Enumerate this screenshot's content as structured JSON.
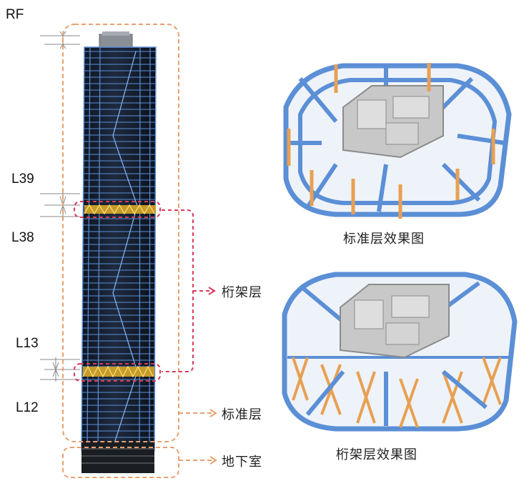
{
  "floor_levels": {
    "rf": "RF",
    "l39": "L39",
    "l38": "L38",
    "l13": "L13",
    "l12": "L12"
  },
  "zones": {
    "truss_floor": "桁架层",
    "standard_floor": "标准层",
    "basement": "地下室"
  },
  "renders": {
    "standard_caption": "标准层效果图",
    "truss_caption": "桁架层效果图"
  },
  "colors": {
    "frame_blue": "#5b8fd6",
    "core_dark": "#1c2433",
    "core_gray": "#b9b9b9",
    "truss_orange": "#e8a052",
    "callout_orange": "#e8a070",
    "callout_red": "#d63c5a"
  }
}
